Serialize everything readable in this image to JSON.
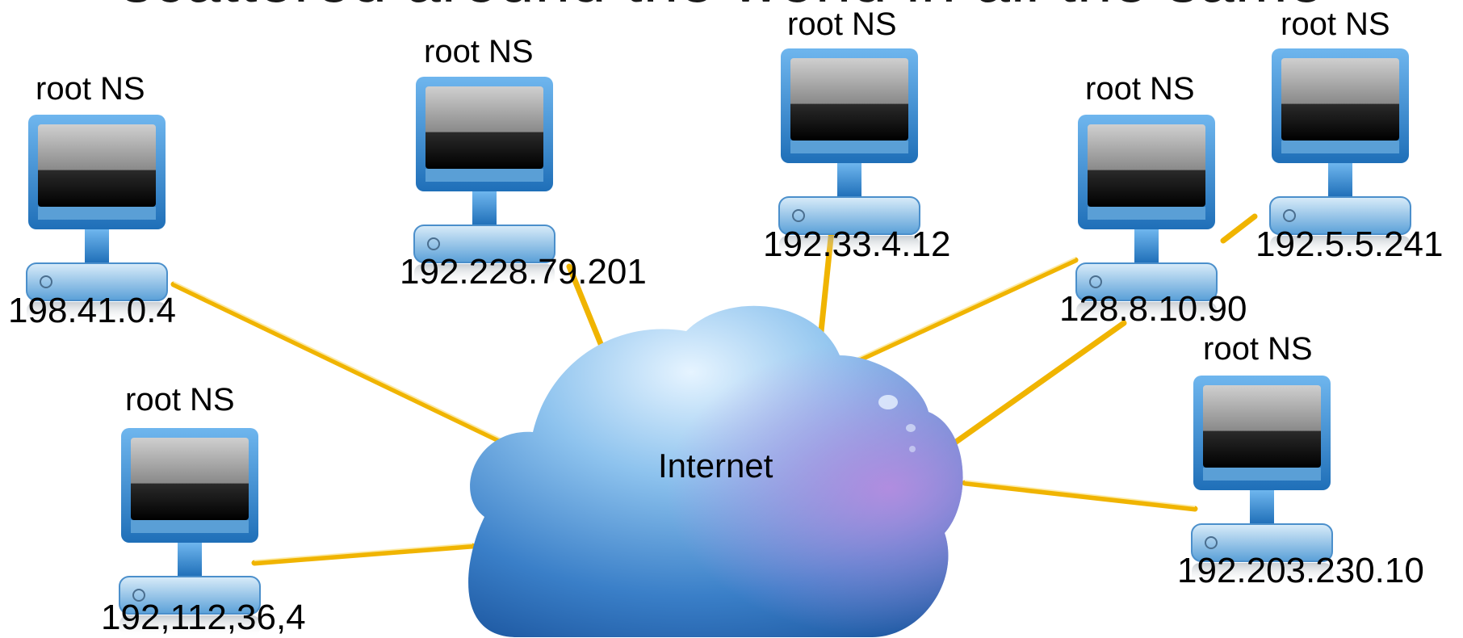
{
  "title_fragment": "scattered around the world in all the same",
  "cloud": {
    "label": "Internet"
  },
  "servers": [
    {
      "id": "s1",
      "label": "root NS",
      "ip": "198.41.0.4"
    },
    {
      "id": "s2",
      "label": "root NS",
      "ip": "192.228.79.201"
    },
    {
      "id": "s3",
      "label": "root NS",
      "ip": "192.33.4.12"
    },
    {
      "id": "s4",
      "label": "root NS",
      "ip": "128.8.10.90"
    },
    {
      "id": "s5",
      "label": "root NS",
      "ip": "192.5.5.241"
    },
    {
      "id": "s6",
      "label": "root NS",
      "ip": "192,112,36,4"
    },
    {
      "id": "s7",
      "label": "root NS",
      "ip": "192.203.230.10"
    }
  ],
  "colors": {
    "link": "#f0b400",
    "monitor_frame": "#3d8fd1",
    "cloud_top": "#cfe8fb",
    "cloud_bottom": "#2b66b0",
    "cloud_purple": "#a07bd6"
  }
}
